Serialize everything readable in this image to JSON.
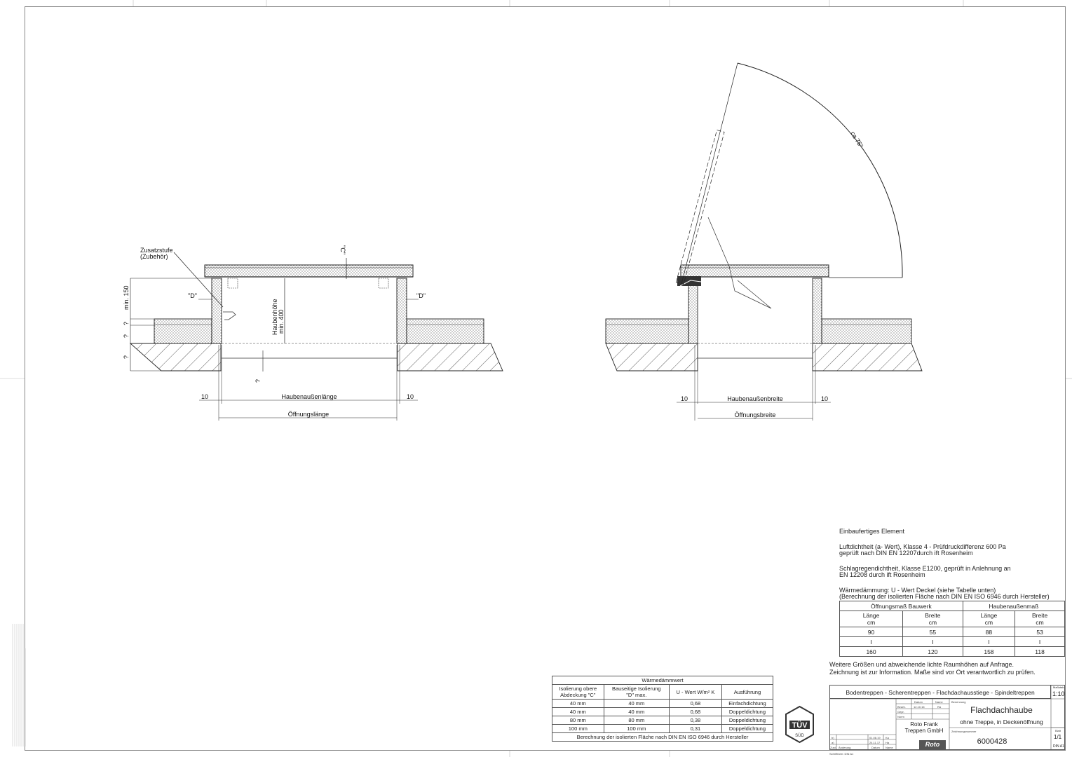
{
  "drawing": {
    "left_view": {
      "label_zusatzstufe": "Zusatzstufe",
      "label_zubehoer": "(Zubehör)",
      "label_C": "\"C\"",
      "label_D_left": "\"D\"",
      "label_D_right": "\"D\"",
      "label_min150": "min. 150",
      "label_q1": "?",
      "label_q2": "?",
      "label_q3": "?",
      "label_q4": "?",
      "label_haubenhoehe": "Haubenhöhe",
      "label_min400": "min. 400",
      "dim_10_left": "10",
      "dim_10_right": "10",
      "dim_laenge": "Haubenaußenlänge",
      "dim_oeffnung": "Öffnungslänge"
    },
    "right_view": {
      "label_angle": "ca 75°",
      "dim_10_left": "10",
      "dim_10_right": "10",
      "dim_breite": "Haubenaußenbreite",
      "dim_oeffnung": "Öffnungsbreite"
    }
  },
  "notes": {
    "n1": "Einbaufertiges Element",
    "n2a": "Luftdichtheit (a- Wert), Klasse 4 - Prüfdruckdifferenz 600 Pa",
    "n2b": "geprüft nach DIN EN 12207durch ift Rosenheim",
    "n3a": "Schlagregendichtheit, Klasse E1200, geprüft in Anlehnung an",
    "n3b": "EN 12208 durch ift Rosenheim",
    "n4a": "Wärmedämmung: U - Wert  Deckel (siehe Tabelle unten)",
    "n4b": "(Berechnung der isolierten Fläche nach DIN EN ISO 6946 durch Hersteller)"
  },
  "opening_table": {
    "group1": "Öffnungsmaß Bauwerk",
    "group2": "Haubenaußenmaß",
    "h1": "Länge",
    "h2": "Breite",
    "h3": "Länge",
    "h4": "Breite",
    "unit": "cm",
    "rows": [
      [
        "90",
        "55",
        "88",
        "53"
      ],
      [
        "I",
        "I",
        "I",
        "I"
      ],
      [
        "160",
        "120",
        "158",
        "118"
      ]
    ]
  },
  "more_info": {
    "line1": "Weitere Größen und abweichende lichte Raumhöhen auf Anfrage.",
    "line2": "Zeichnung ist zur Information. Maße sind vor Ort verantwortlich zu prüfen."
  },
  "u_table": {
    "title": "Wärmedämmwert",
    "h1a": "Isolierung obere",
    "h1b": "Abdeckung \"C\"",
    "h2a": "Bauseitige Isolierung",
    "h2b": "\"D\" max.",
    "h3": "U - Wert  W/m² K",
    "h4": "Ausführung",
    "rows": [
      [
        "40 mm",
        "40 mm",
        "0,68",
        "Einfachdichtung"
      ],
      [
        "40 mm",
        "40 mm",
        "0,68",
        "Doppeldichtung"
      ],
      [
        "80 mm",
        "80 mm",
        "0,38",
        "Doppeldichtung"
      ],
      [
        "100 mm",
        "100 mm",
        "0,31",
        "Doppeldichtung"
      ]
    ],
    "footer": "Berechnung der isolierten Fläche nach DIN EN ISO 6946 durch Hersteller"
  },
  "title_block": {
    "series": "Bodentreppen - Scherentreppen - Flachdachausstiege - Spindeltreppen",
    "scale_label": "Maßstab",
    "scale": "1:10",
    "title": "Flachdachhaube",
    "subtitle": "ohne Treppe, in Deckenöffnung",
    "company1": "Roto Frank",
    "company2": "Treppen GmbH",
    "number_label": "Zeichnungsnummer",
    "number": "6000428",
    "sheet_label": "Blatt",
    "sheet": "1/1",
    "format": "DIN A1",
    "col_datum": "Datum",
    "col_name": "Name",
    "col_benennung": "Benennung",
    "row_bearb": "Bearb.",
    "row_gepr": "Gepr.",
    "row_norm": "Norm",
    "bearb_date": "12.10.16",
    "bearb_name": "Ra",
    "rev_b": "b)",
    "rev_b_date": "01.08.19",
    "rev_b_name": "Ka",
    "rev_a": "a)",
    "rev_a_date": "24.11.17",
    "rev_a_name": "Ha",
    "zust": "Zust.",
    "aenderung": "Änderung",
    "datum": "Datum",
    "name": "Name",
    "logo": "Roto",
    "footer_format": "Schriftform: DIN A1"
  },
  "tuv": {
    "line1": "TÜV",
    "line2": "SÜD"
  }
}
